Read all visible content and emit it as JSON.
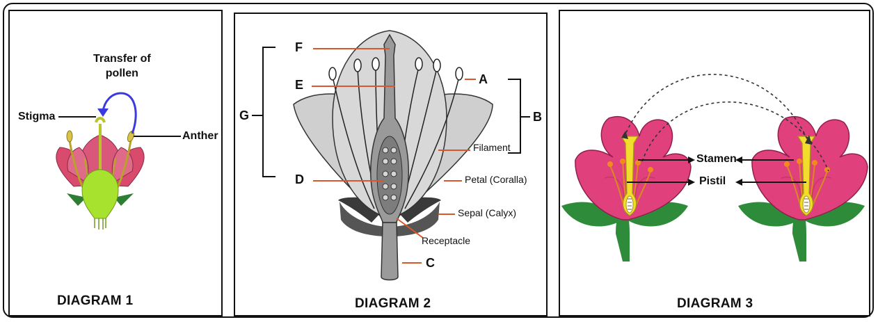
{
  "diagram1": {
    "caption": "DIAGRAM 1",
    "transfer_label": "Transfer of pollen",
    "transfer_line1": "Transfer of",
    "transfer_line2": "pollen",
    "stigma": "Stigma",
    "anther": "Anther"
  },
  "diagram2": {
    "caption": "DIAGRAM 2",
    "labels": {
      "F": "F",
      "E": "E",
      "A": "A",
      "B": "B",
      "G": "G",
      "D": "D",
      "C": "C",
      "filament": "Filament",
      "petal": "Petal (Coralla)",
      "sepal": "Sepal (Calyx)",
      "receptacle": "Receptacle"
    }
  },
  "diagram3": {
    "caption": "DIAGRAM 3",
    "stamen": "Stamen",
    "pistil": "Pistil"
  },
  "colors": {
    "petal_pink": "#e0417d",
    "stem_green": "#2e8b3a",
    "pistil_yellow": "#f2dc2c",
    "arrow_blue": "#3a3adf",
    "label_line_red": "#d9572b",
    "petal_gray": "#d4d4d4"
  }
}
